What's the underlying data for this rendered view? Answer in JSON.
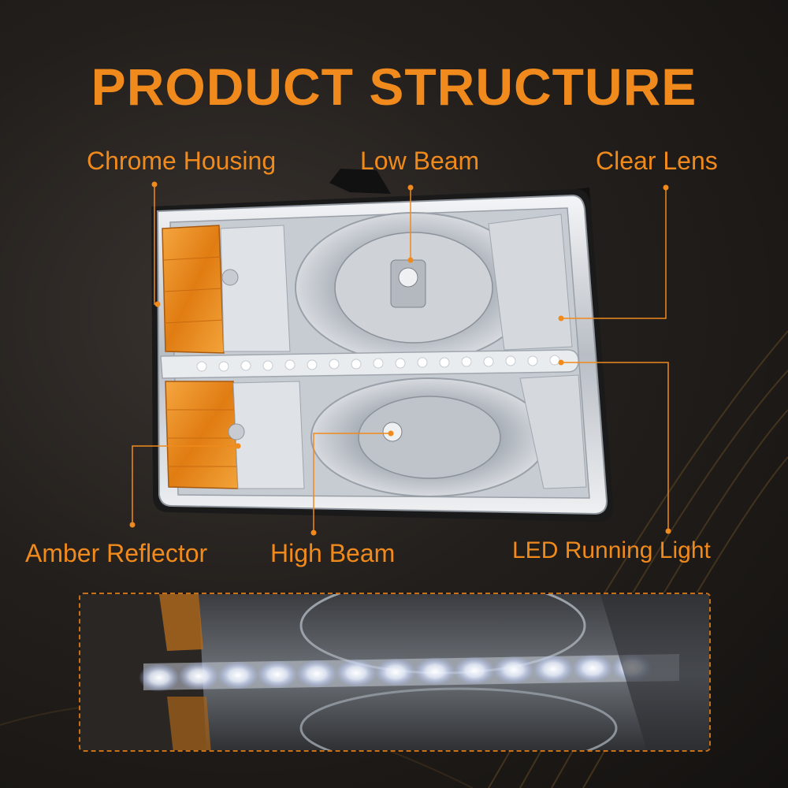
{
  "title": "PRODUCT STRUCTURE",
  "labels": {
    "chrome_housing": "Chrome Housing",
    "low_beam": "Low Beam",
    "clear_lens": "Clear Lens",
    "amber_reflector": "Amber Reflector",
    "high_beam": "High Beam",
    "led_running_light": "LED Running Light"
  },
  "colors": {
    "accent": "#f08a1c",
    "amber": "#e88c1a",
    "chrome": "#d9dde2",
    "background": "#1e1b19"
  }
}
